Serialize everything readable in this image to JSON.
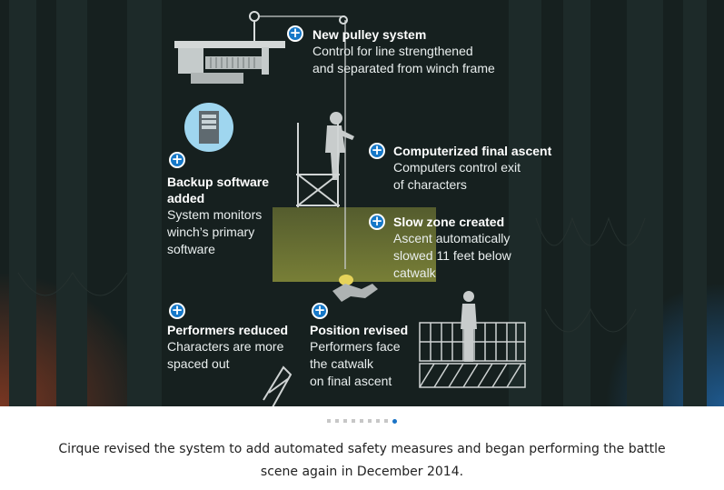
{
  "callouts": [
    {
      "title": "New pulley system",
      "body": "Control for line strengthened\nand separated from winch frame"
    },
    {
      "title": "Computerized final ascent",
      "body": "Computers control exit\nof characters"
    },
    {
      "title": "Backup software\nadded",
      "body": "System monitors\nwinch’s primary\nsoftware"
    },
    {
      "title": "Slow zone created",
      "body": "Ascent automatically\nslowed 11 feet below\ncatwalk"
    },
    {
      "title": "Performers reduced",
      "body": "Characters are more\nspaced out"
    },
    {
      "title": "Position revised",
      "body": "Performers face\nthe catwalk\non final ascent"
    }
  ],
  "icons": [
    "plus-icon",
    "pulley-icon",
    "winch-icon",
    "server-icon",
    "performer-icon",
    "catwalk-icon"
  ],
  "carousel": {
    "total": 9,
    "active": 9
  },
  "caption": "Cirque revised the system to add automated safety measures and began performing the battle scene again in December 2014.",
  "colors": {
    "accent": "#1678c8",
    "slow_zone": "#c8cc4a",
    "background": "#15201f",
    "icon_circle": "#9fd6ef"
  }
}
